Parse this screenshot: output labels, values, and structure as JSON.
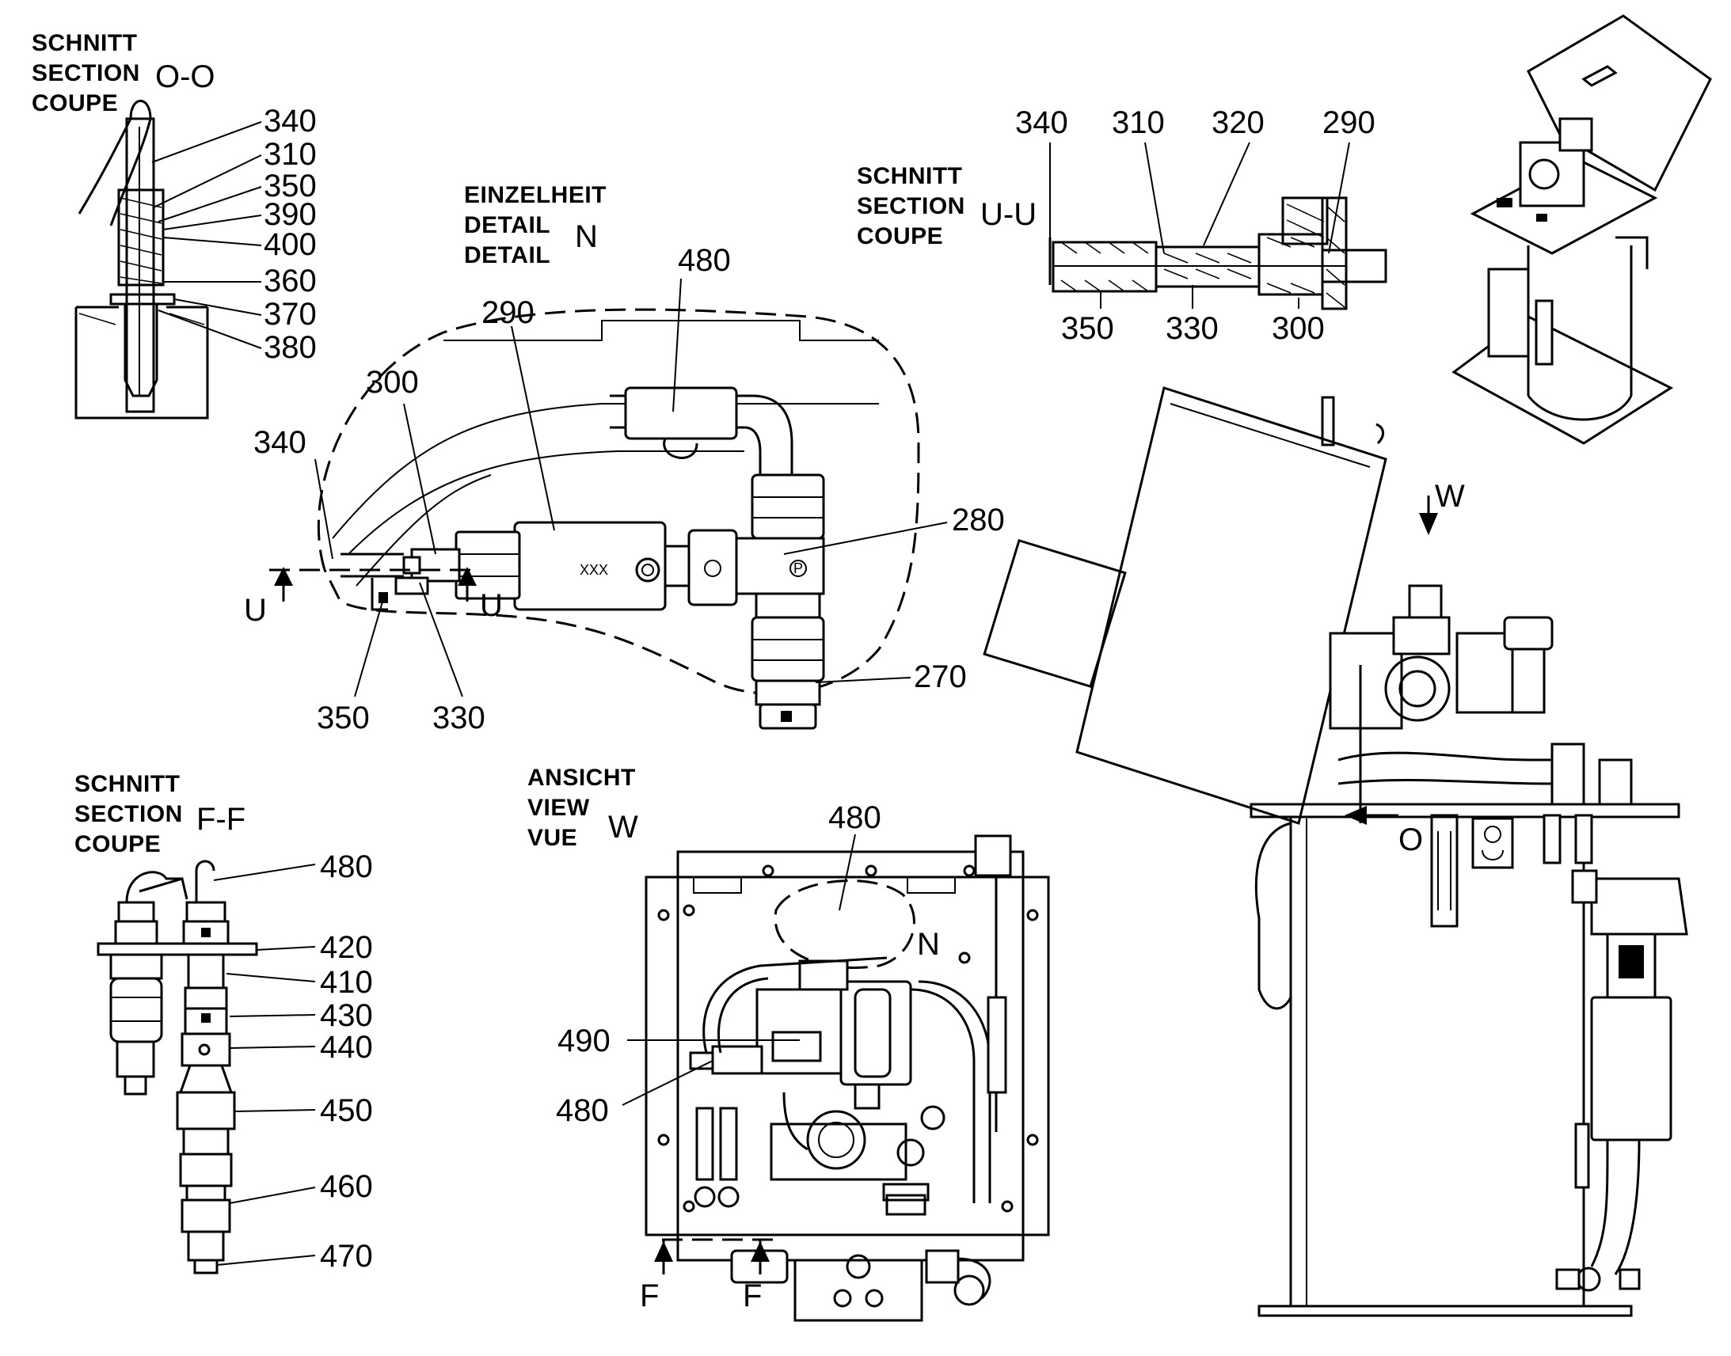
{
  "section_oo": {
    "header": [
      "SCHNITT",
      "SECTION",
      "COUPE"
    ],
    "marker": "O-O",
    "callouts": [
      "340",
      "310",
      "350",
      "390",
      "400",
      "360",
      "370",
      "380"
    ]
  },
  "detail_n": {
    "header": [
      "EINZELHEIT",
      "DETAIL",
      "DETAIL"
    ],
    "marker": "N",
    "callouts": [
      "480",
      "290",
      "300",
      "340",
      "280",
      "270",
      "350",
      "330"
    ],
    "cut_label_left": "U",
    "cut_label_right": "U",
    "body_marking": "XXX",
    "letter_p": "P"
  },
  "section_uu": {
    "header": [
      "SCHNITT",
      "SECTION",
      "COUPE"
    ],
    "marker": "U-U",
    "callouts_top": [
      "340",
      "310",
      "320",
      "290"
    ],
    "callouts_bottom": [
      "350",
      "330",
      "300"
    ]
  },
  "section_ff": {
    "header": [
      "SCHNITT",
      "SECTION",
      "COUPE"
    ],
    "marker": "F-F",
    "callouts": [
      "480",
      "420",
      "410",
      "430",
      "440",
      "450",
      "460",
      "470"
    ]
  },
  "view_w": {
    "header": [
      "ANSICHT",
      "VIEW",
      "VUE"
    ],
    "marker": "W",
    "callouts": [
      "480",
      "490",
      "480"
    ],
    "detail_marker": "N",
    "cut_labels": [
      "F",
      "F"
    ]
  },
  "main_view": {
    "view_arrow_label": "W",
    "section_arrow_label": "O"
  }
}
